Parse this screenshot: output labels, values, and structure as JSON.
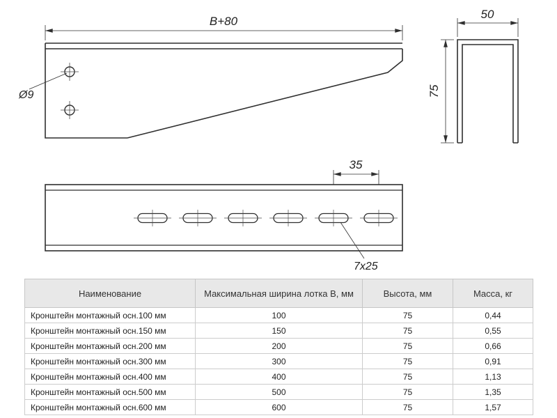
{
  "drawing": {
    "side_view": {
      "width_dim_label": "B+80",
      "hole_diameter_label": "Ø9"
    },
    "end_view": {
      "width_dim_label": "50",
      "height_dim_label": "75"
    },
    "plan_view": {
      "slot_pitch_label": "35",
      "slot_size_label": "7x25"
    }
  },
  "table": {
    "headers": [
      "Наименование",
      "Максимальная ширина лотка B, мм",
      "Высота, мм",
      "Масса, кг"
    ],
    "rows": [
      [
        "Кронштейн монтажный осн.100 мм",
        "100",
        "75",
        "0,44"
      ],
      [
        "Кронштейн монтажный осн.150 мм",
        "150",
        "75",
        "0,55"
      ],
      [
        "Кронштейн монтажный осн.200 мм",
        "200",
        "75",
        "0,66"
      ],
      [
        "Кронштейн монтажный осн.300 мм",
        "300",
        "75",
        "0,91"
      ],
      [
        "Кронштейн монтажный осн.400 мм",
        "400",
        "75",
        "1,13"
      ],
      [
        "Кронштейн монтажный осн.500 мм",
        "500",
        "75",
        "1,35"
      ],
      [
        "Кронштейн монтажный осн.600 мм",
        "600",
        "75",
        "1,57"
      ]
    ]
  },
  "colors": {
    "line": "#2f2f2f",
    "thin_line": "#4a4a4a",
    "table_header_bg": "#e8e8e8",
    "table_border": "#c9c9c9"
  }
}
